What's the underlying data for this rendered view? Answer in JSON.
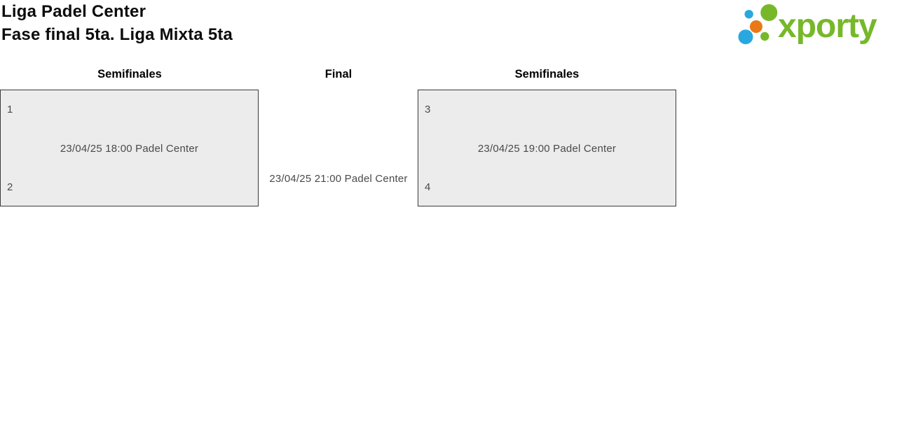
{
  "header": {
    "title_line1": "Liga Padel Center",
    "title_line2": "Fase final 5ta. Liga Mixta 5ta",
    "logo": {
      "brand": "xporty",
      "colors": {
        "green": "#76b82a",
        "blue": "#29a8e0",
        "orange": "#e97817"
      }
    }
  },
  "bracket": {
    "rounds": [
      {
        "label": "Semifinales",
        "match": {
          "seed_top": "1",
          "info": "23/04/25 18:00 Padel Center",
          "seed_bottom": "2"
        }
      },
      {
        "label": "Final",
        "match": {
          "info": "23/04/25 21:00 Padel Center"
        }
      },
      {
        "label": "Semifinales",
        "match": {
          "seed_top": "3",
          "info": "23/04/25 19:00 Padel Center",
          "seed_bottom": "4"
        }
      }
    ]
  }
}
